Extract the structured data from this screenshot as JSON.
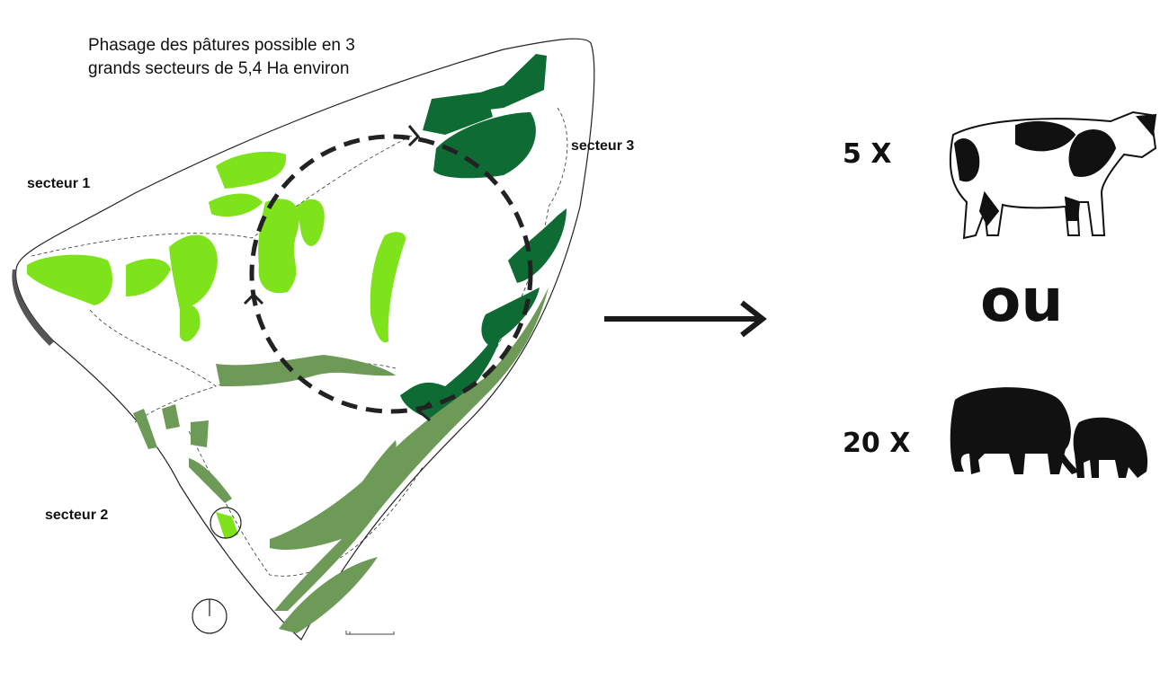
{
  "title_line1": "Phasage des pâtures possible en 3",
  "title_line2": "grands secteurs de 5,4 Ha environ",
  "sectors": {
    "s1": "secteur 1",
    "s2": "secteur 2",
    "s3": "secteur 3"
  },
  "cow_count": "5 X",
  "or_text": "ou",
  "sheep_count": "20 X",
  "colors": {
    "sector1": "#7fe31c",
    "sector2": "#6e9a58",
    "sector3": "#0e6b33"
  }
}
